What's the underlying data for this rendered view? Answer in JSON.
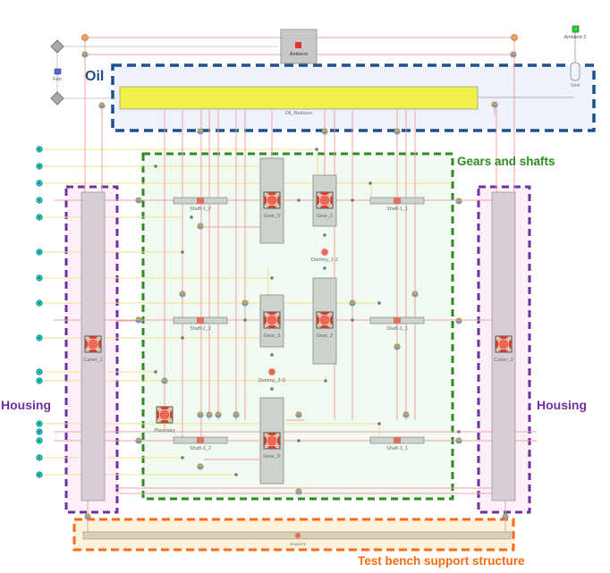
{
  "groups": {
    "oil": {
      "label": "Oil",
      "color": "#1f4e8c"
    },
    "gears": {
      "label": "Gears and shafts",
      "color": "#2e8b1f"
    },
    "housing_left": {
      "label": "Housing",
      "color": "#7030a0"
    },
    "housing_right": {
      "label": "Housing",
      "color": "#7030a0"
    },
    "supports": {
      "label": "Test bench support structure",
      "color": "#ff6a10"
    }
  },
  "components": {
    "ambient": "Ambient",
    "ambient2": "Ambient-2",
    "fan": "Fan",
    "tank": "Tank",
    "oil_reducer": "Oil_Reducer",
    "shaft_1_2": "Shaft-1_2",
    "shaft_1_1": "Shaft-1_1",
    "shaft_2_2": "Shaft-2_2",
    "shaft_2_1": "Shaft-2_1",
    "shaft_3_2": "Shaft-3_2",
    "shaft_3_1": "Shaft-3_1",
    "gear_0": "Gear_0",
    "gear_1": "Gear_1",
    "gear_2": "Gear_2",
    "gear_3": "Gear_3",
    "gear_d": "Gear_D",
    "dummy_1_2": "Dummy_1-2",
    "dummy_3_d": "Dummy_3-D",
    "planetary": "Planetary",
    "carter_1": "Carter_1",
    "carter_2": "Carter_2",
    "supports": "Supports"
  },
  "colors": {
    "thermal_line": "#f4a0a0",
    "mech_line": "#f5e08a",
    "node_red": "#ee6655",
    "oil_bar": "#f0f048",
    "port_cyan": "#20c8c0"
  }
}
